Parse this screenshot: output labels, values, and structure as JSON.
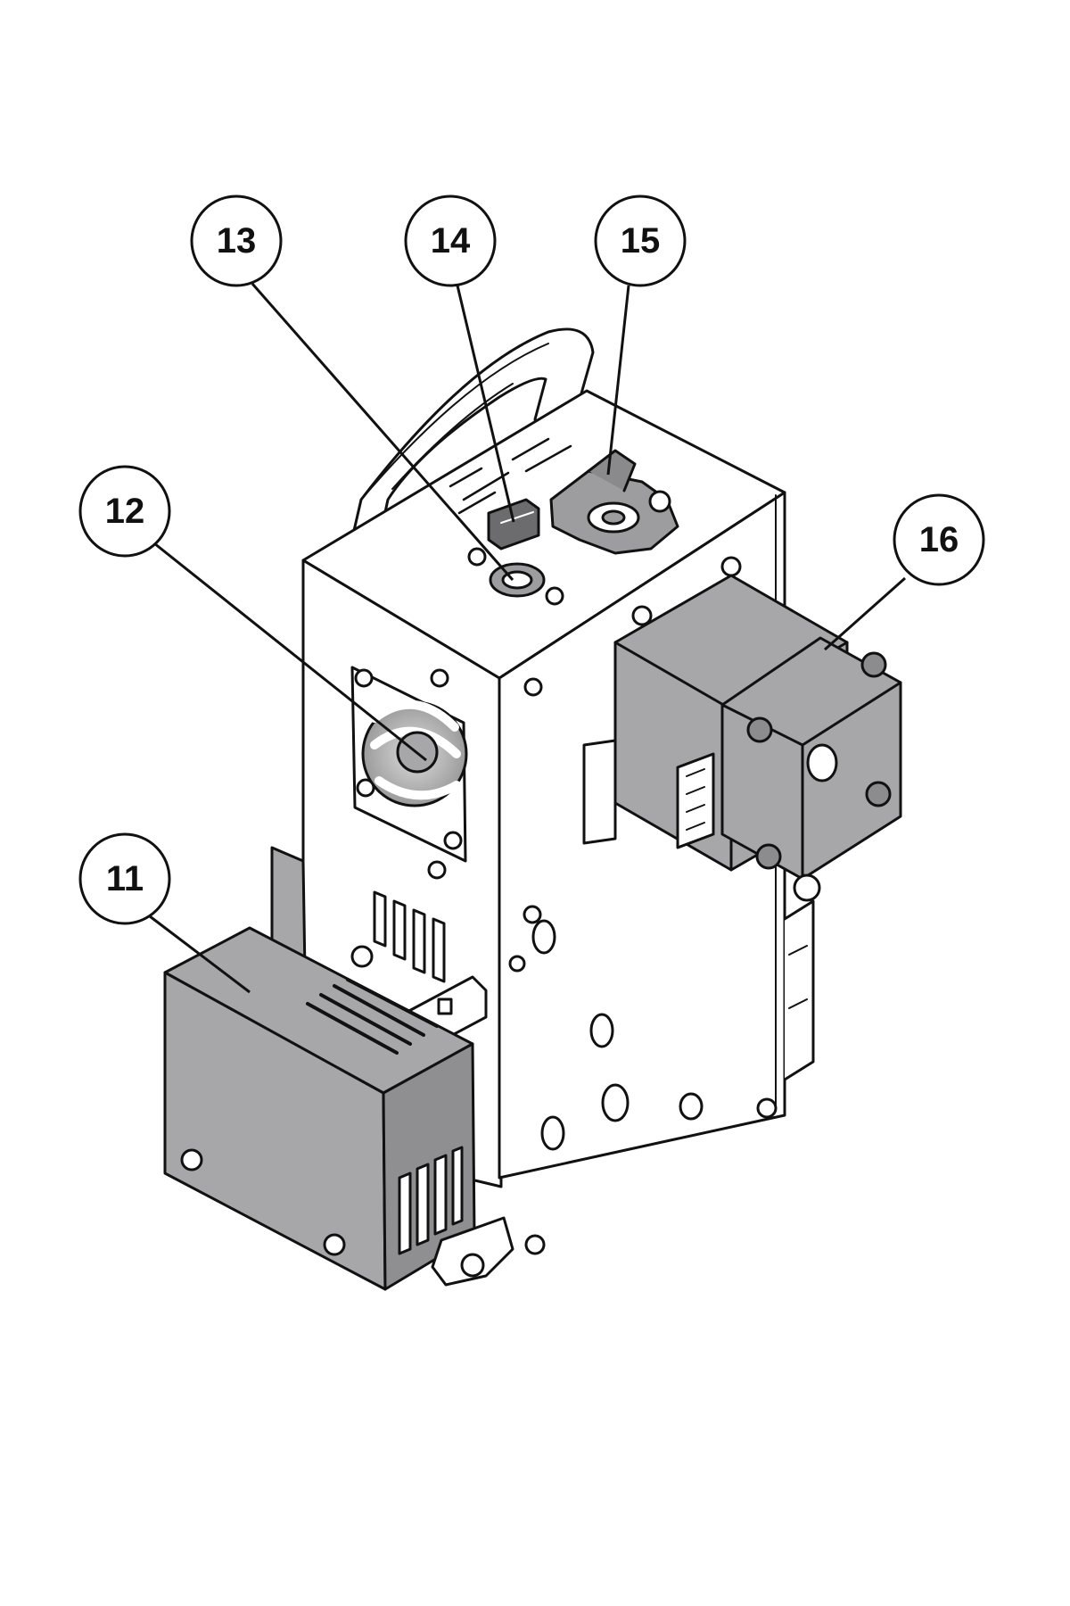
{
  "colors": {
    "line": "#111111",
    "part_gray": "#a7a7a9",
    "part_dark": "#8c8c8e",
    "background": "#ffffff"
  },
  "callouts": [
    {
      "id": "11",
      "label": "11",
      "target": "electronics-cover"
    },
    {
      "id": "12",
      "label": "12",
      "target": "hotend-fan"
    },
    {
      "id": "13",
      "label": "13",
      "target": "filament-inlet"
    },
    {
      "id": "14",
      "label": "14",
      "target": "top-connector"
    },
    {
      "id": "15",
      "label": "15",
      "target": "filament-guide"
    },
    {
      "id": "16",
      "label": "16",
      "target": "stepper-motor"
    }
  ]
}
